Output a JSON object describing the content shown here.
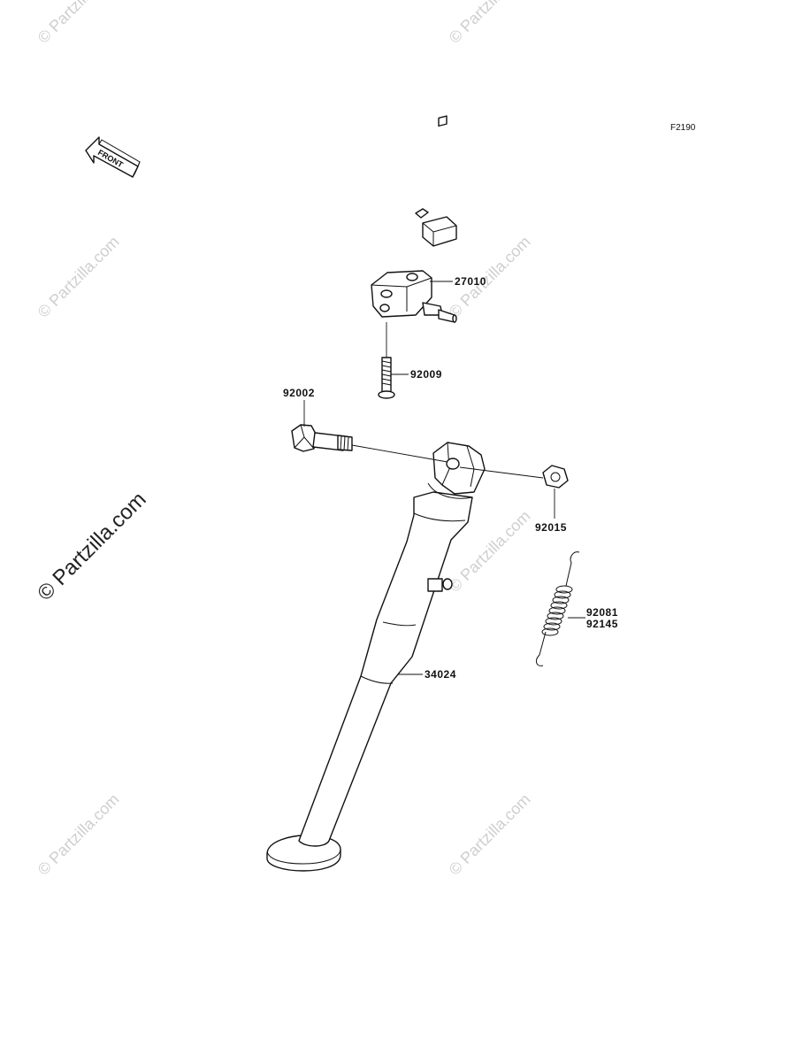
{
  "diagram": {
    "figure_code": "F2190",
    "front_label": "FRONT",
    "watermark": "© Partzilla.com",
    "callouts": {
      "switch": "27010",
      "screw": "92009",
      "bolt": "92002",
      "nut": "92015",
      "spring_a": "92081",
      "spring_b": "92145",
      "stand": "34024"
    }
  }
}
